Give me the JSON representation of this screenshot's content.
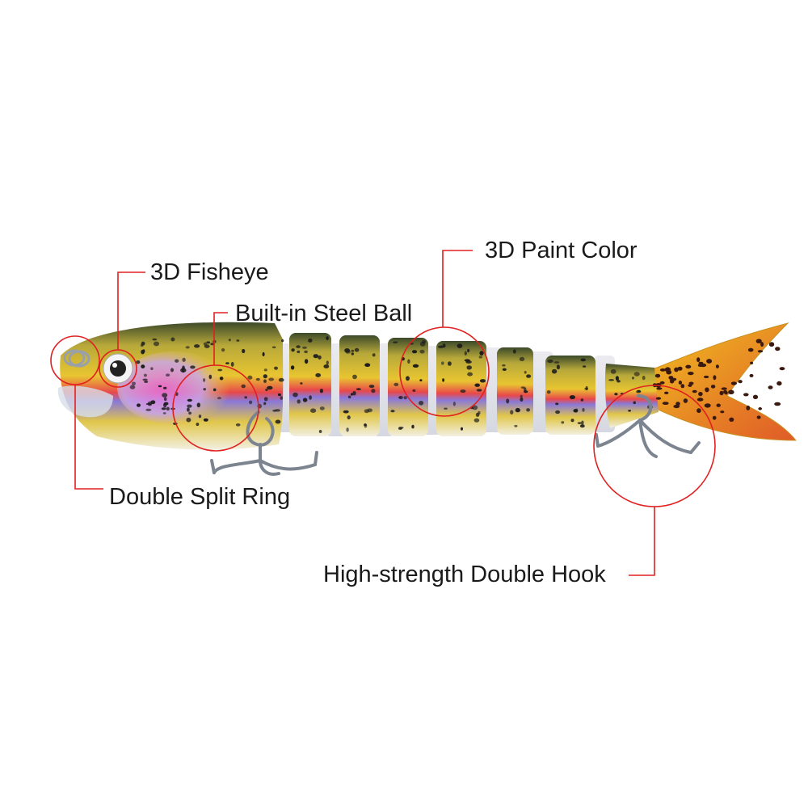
{
  "callouts": {
    "fisheye": "3D Fisheye",
    "steel_ball": "Built-in Steel Ball",
    "paint_color": "3D Paint Color",
    "split_ring": "Double Split Ring",
    "hook": "High-strength Double Hook"
  },
  "colors": {
    "callout_red": "#e02020",
    "label_text": "#1a1a1a",
    "body_yellow": "#e8c531",
    "body_green": "#8a9a3a",
    "stripe_red": "#e8484a",
    "stripe_blue": "#7a6fd0",
    "spot": "#1c1c1c"
  }
}
